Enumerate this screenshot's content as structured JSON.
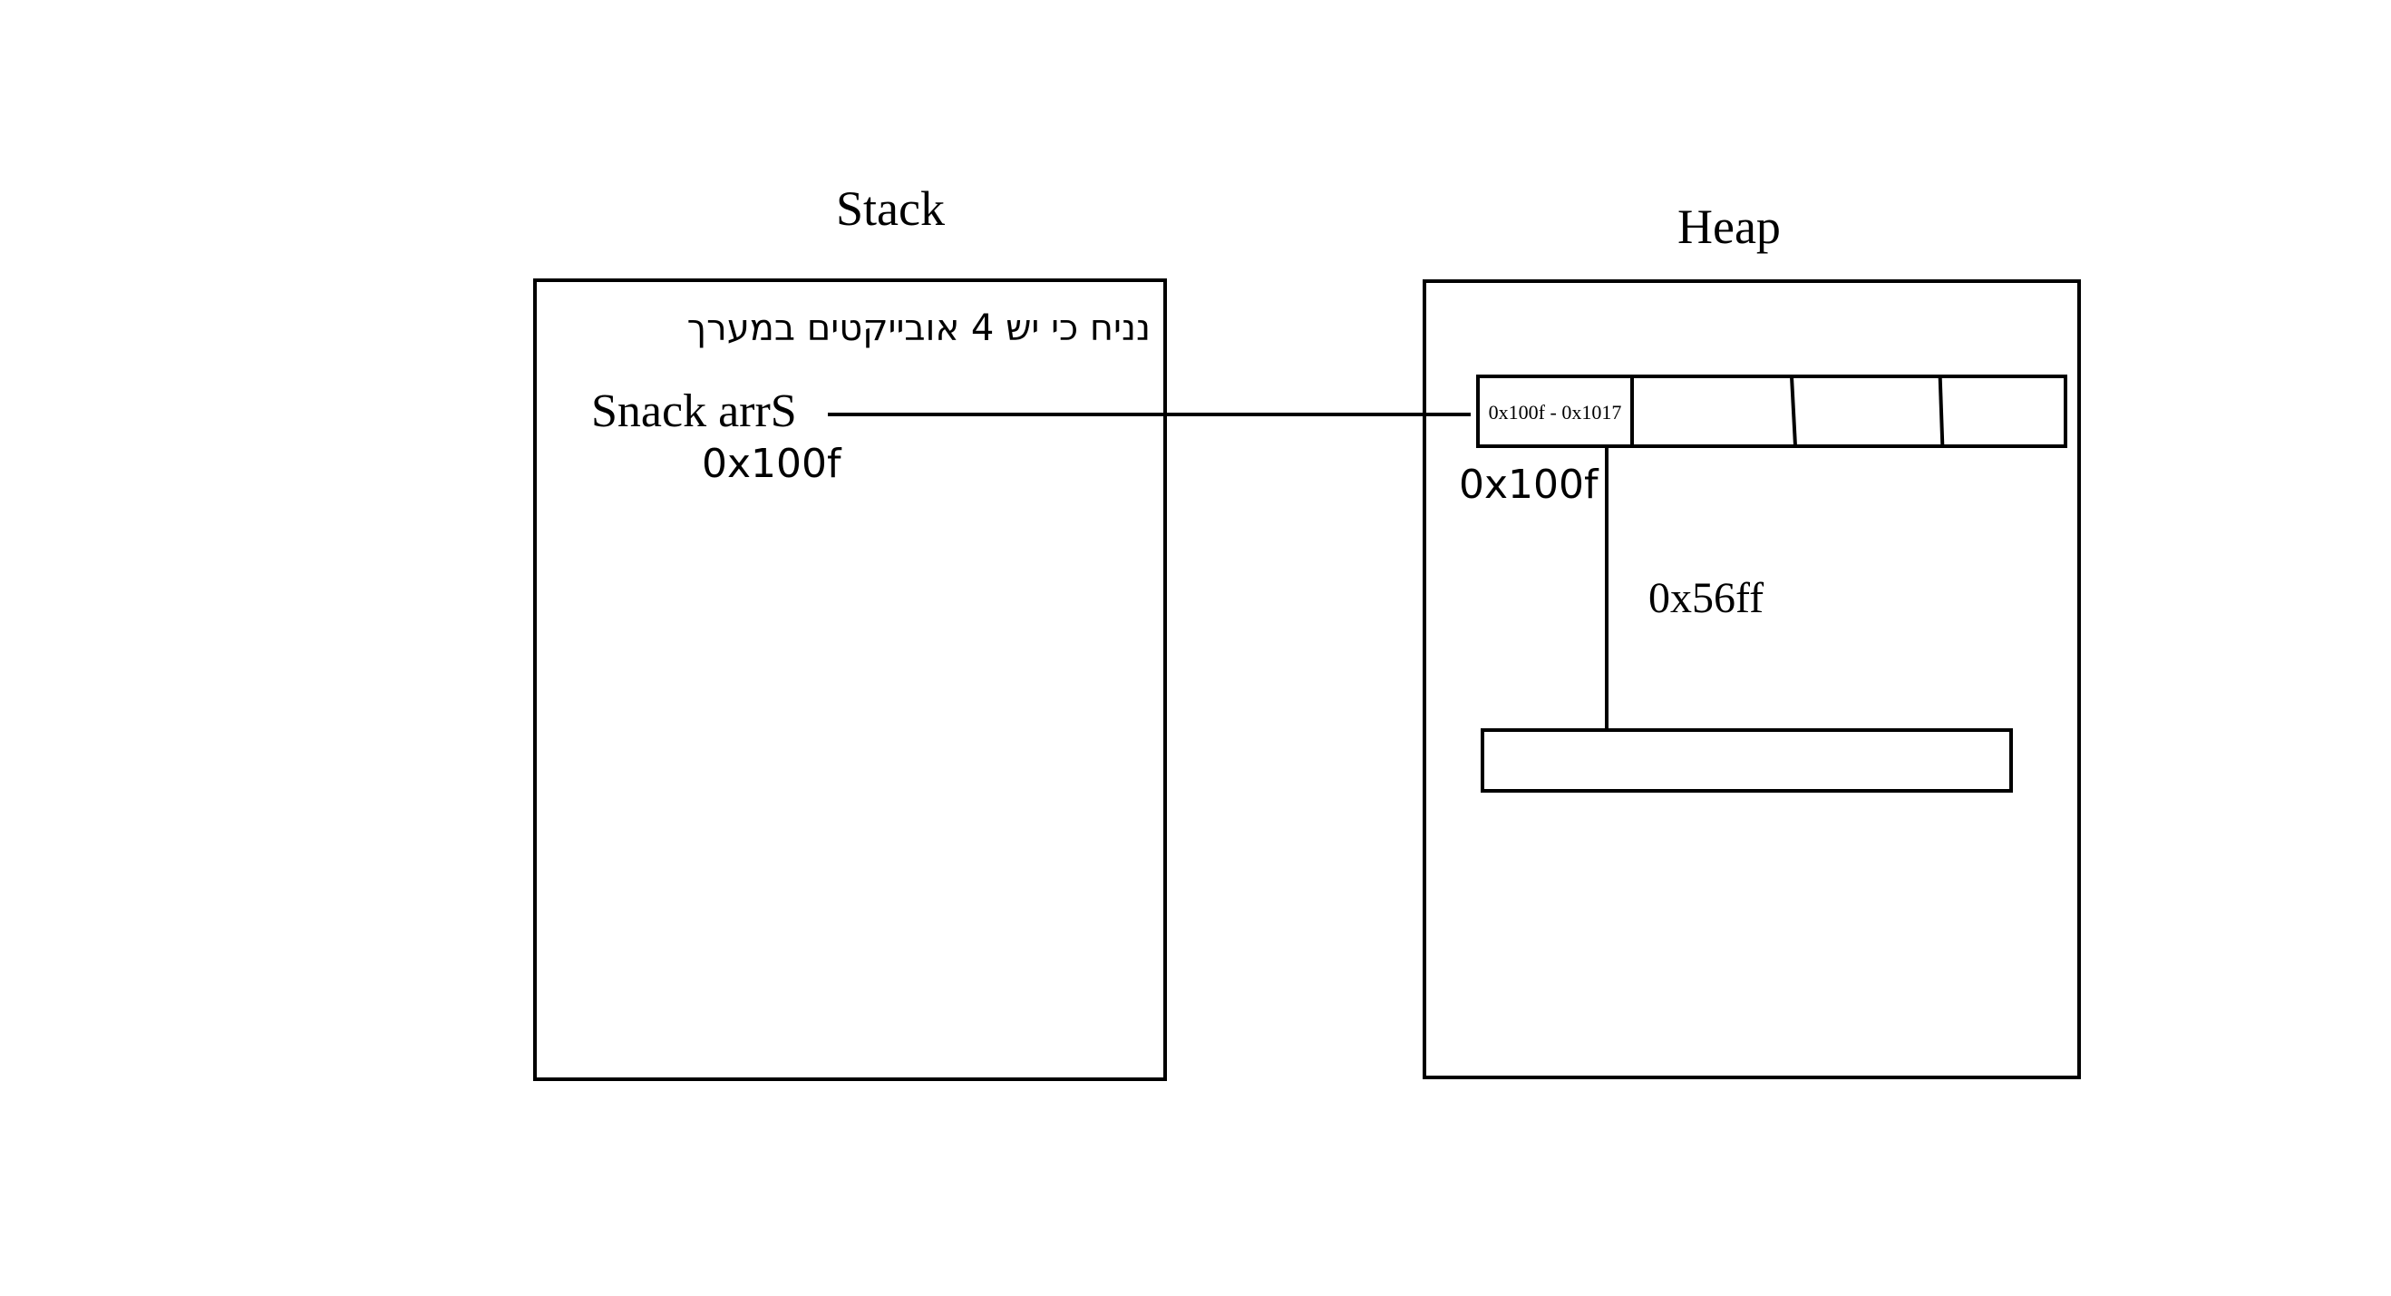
{
  "stack": {
    "title": "Stack",
    "note": "נניח כי יש 4 אובייקטים במערך",
    "variable_label": "Snack arrS",
    "variable_address": "0x100f"
  },
  "heap": {
    "title": "Heap",
    "array": {
      "cells": [
        {
          "label": "0x100f - 0x1017"
        },
        {
          "label": ""
        },
        {
          "label": ""
        },
        {
          "label": ""
        }
      ],
      "start_address": "0x100f"
    },
    "pointer_address": "0x56ff",
    "object_block": {
      "label": ""
    }
  }
}
